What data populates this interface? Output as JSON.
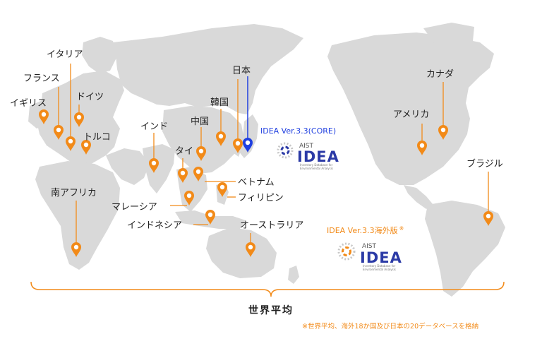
{
  "colors": {
    "map": "#d9d9d9",
    "pin": "#f28a18",
    "core_pin": "#1f3fe0",
    "text": "#222222"
  },
  "countries": {
    "uk": "イギリス",
    "france": "フランス",
    "italy": "イタリア",
    "germany": "ドイツ",
    "turkey": "トルコ",
    "south_africa": "南アフリカ",
    "india": "インド",
    "thailand": "タイ",
    "china": "中国",
    "korea": "韓国",
    "japan": "日本",
    "vietnam": "ベトナム",
    "philippines": "フィリピン",
    "malaysia": "マレーシア",
    "indonesia": "インドネシア",
    "australia": "オーストラリア",
    "usa": "アメリカ",
    "canada": "カナダ",
    "brazil": "ブラジル"
  },
  "databases": {
    "core_label": "IDEA Ver.3.3(CORE)",
    "overseas_label": "IDEA Ver.3.3海外版",
    "overseas_mark": "※",
    "logo_small": "AIST",
    "logo_big": "IDEA",
    "logo_tag1": "Inventory Database for",
    "logo_tag2": "Environmental Analysis"
  },
  "world_average": "世界平均",
  "footnote": "※世界平均、海外18か国及び日本の20データベースを格納"
}
